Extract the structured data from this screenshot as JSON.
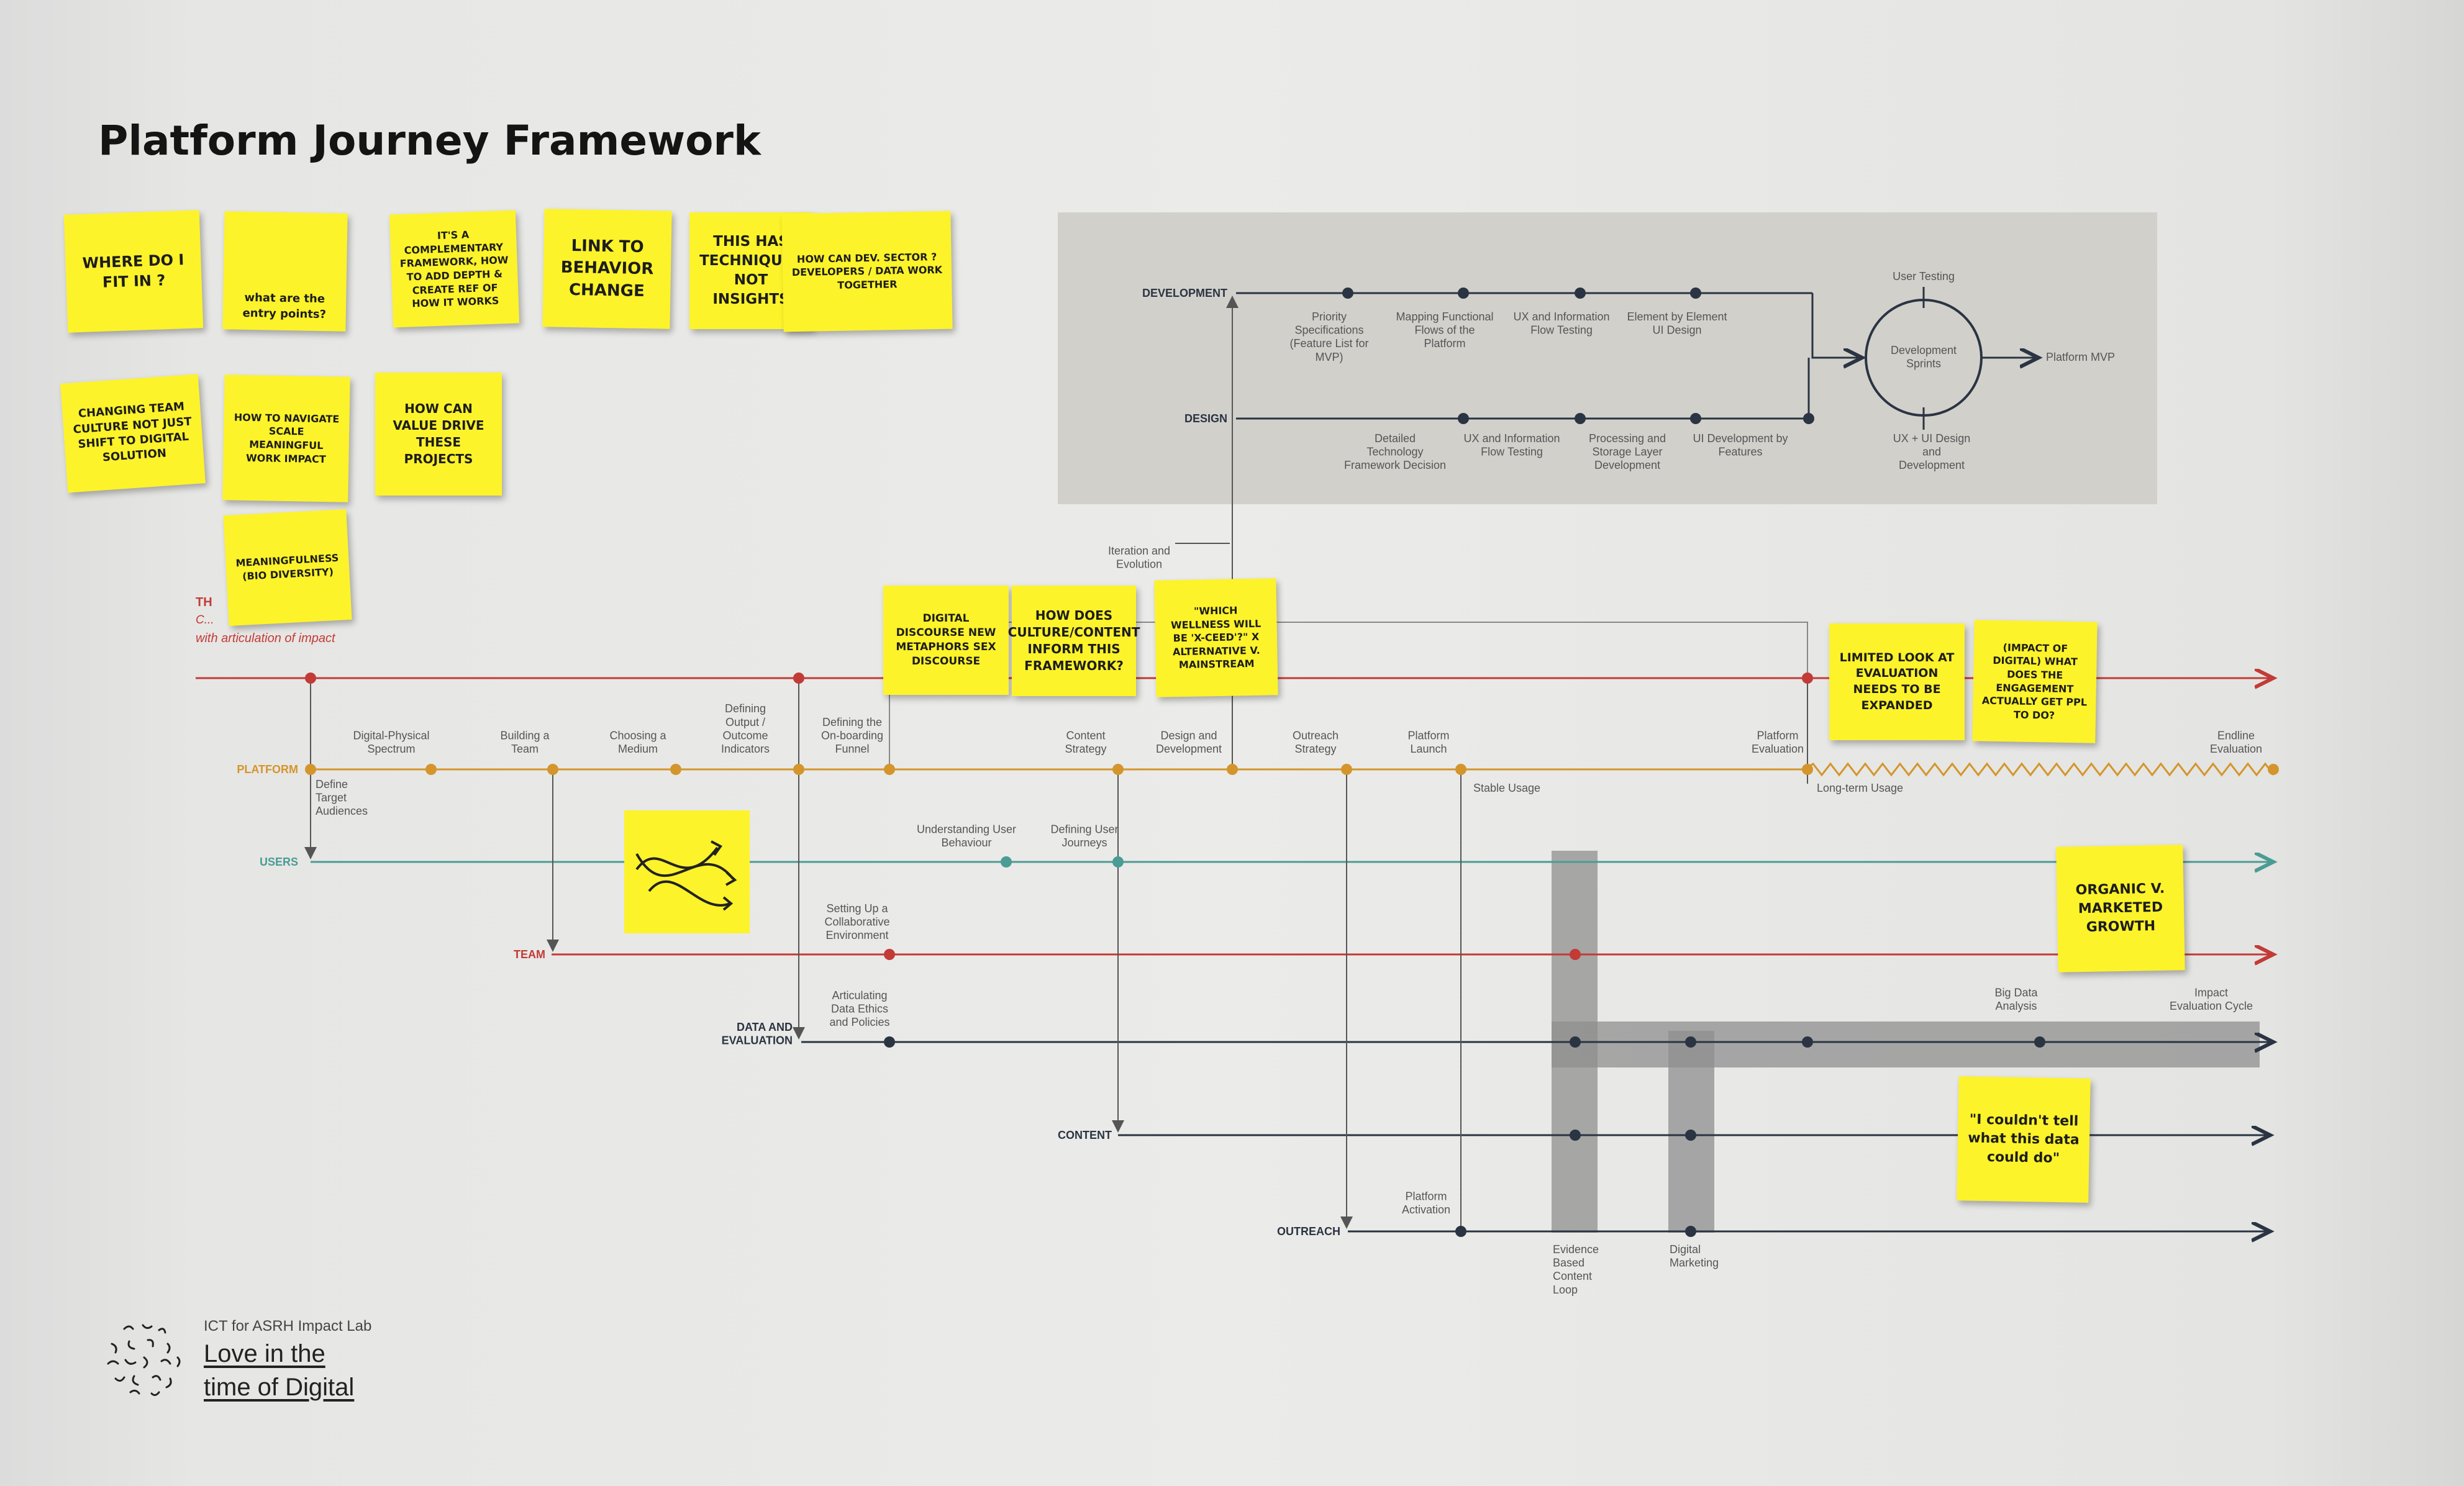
{
  "title": "Platform Journey Framework",
  "stickies": [
    "Where do I fit in ?",
    "what are the entry points?",
    "It's a complementary framework, how to add depth & create ref of how it works",
    "Link to behavior change",
    "This has techniques not insights",
    "How can dev. sector ? developers / data work together",
    "Changing team culture not just shift to digital solution",
    "How to navigate scale meaningful work impact",
    "How can value drive these projects",
    "Meaningfulness (bio diversity)",
    "Digital discourse new metaphors sex discourse",
    "How does culture/content inform this framework?",
    "\"Which wellness will be 'x-ceed'?\" x Alternative v. Mainstream",
    "Limited look at evaluation needs to be expanded",
    "(impact of digital) What does the engagement actually get ppl to do?",
    "Organic v. marketed growth",
    "\"I couldn't tell what this data could do\""
  ],
  "top_box": {
    "lanes": [
      "DEVELOPMENT",
      "DESIGN"
    ],
    "dev_nodes": [
      "Priority Specifications (Feature List for MVP)",
      "Mapping Functional Flows of the Platform",
      "UX and Information Flow Testing",
      "Element by Element UI Design"
    ],
    "design_nodes": [
      "Detailed Technology Framework Decision",
      "UX and Information Flow Testing",
      "Processing and Storage Layer Development",
      "UI Development by Features"
    ],
    "cycle": "Development Sprints",
    "cycle_top": "User Testing",
    "cycle_bottom": "UX + UI Design and Development",
    "output": "Platform MVP",
    "iteration": "Iteration and Evolution"
  },
  "theory": [
    "TH",
    "C...",
    "with articulation of impact"
  ],
  "lanes": [
    "PLATFORM",
    "USERS",
    "TEAM",
    "DATA AND EVALUATION",
    "CONTENT",
    "OUTREACH"
  ],
  "platform_labels": [
    "Digital-Physical Spectrum",
    "Building a Team",
    "Choosing a Medium",
    "Defining Output / Outcome Indicators",
    "Defining the On-boarding Funnel",
    "Content Strategy",
    "Design and Development",
    "Outreach Strategy",
    "Platform Launch",
    "Platform Evaluation",
    "Endline Evaluation"
  ],
  "define_audiences": "Define Target Audiences",
  "stable_usage": "Stable Usage",
  "long_term": "Long-term Usage",
  "users_labels": [
    "Understanding User Behaviour",
    "Defining User Journeys"
  ],
  "team_label": "Setting Up a Collaborative Environment",
  "data_labels": [
    "Articulating Data Ethics and Policies",
    "Big Data Analysis",
    "Impact Evaluation Cycle"
  ],
  "outreach_label": "Platform Activation",
  "bottom_labels": [
    "Evidence Based Content Loop",
    "Digital Marketing"
  ],
  "colors": {
    "red": "#c23b36",
    "orange": "#d4952c",
    "teal": "#4a9c94",
    "navy": "#2a3442",
    "yellow": "#fdf32a",
    "panel": "#d2d0cb"
  },
  "logo": {
    "sub": "ICT for ASRH Impact Lab",
    "line1": "Love in the",
    "line2": "time of Digital"
  }
}
